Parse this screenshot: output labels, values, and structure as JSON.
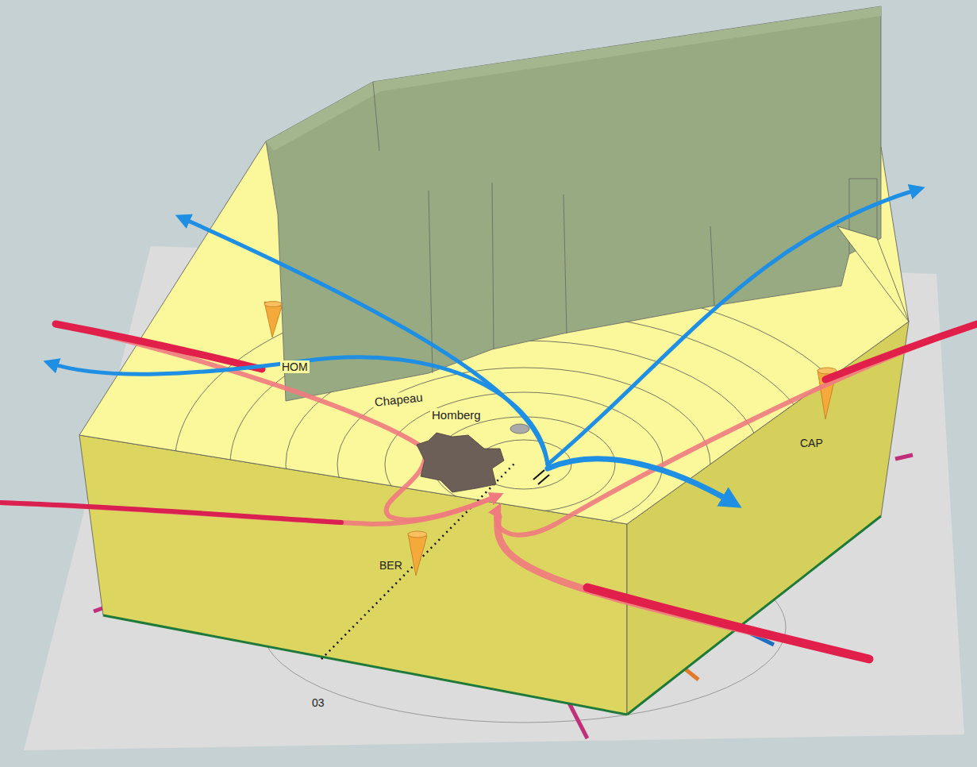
{
  "diagram": {
    "nodes": [
      {
        "text": [
          "Chapeau"
        ]
      },
      {
        "text": [
          "Homberg"
        ]
      }
    ],
    "labels": [
      "HOM",
      "BER",
      "CAP",
      "03"
    ]
  }
}
